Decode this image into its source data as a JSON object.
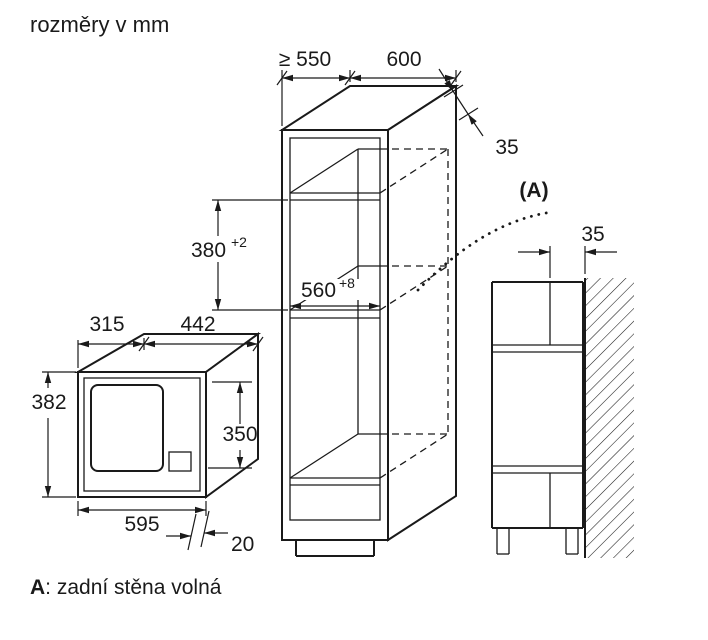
{
  "page": {
    "title": "rozměry v mm",
    "footnote_prefix": "A",
    "footnote_rest": ": zadní stěna volná"
  },
  "colors": {
    "line": "#1a1a1a",
    "background": "#ffffff"
  },
  "dims": {
    "depth_min": "≥ 550",
    "width": "600",
    "front_frame": "35",
    "detail": "(A)",
    "rear_gap": "35",
    "niche_height": "380",
    "niche_height_tol": "+2",
    "niche_width": "560",
    "niche_width_tol": "+8",
    "mw_depth": "315",
    "mw_width": "442",
    "mw_height": "382",
    "mw_body_height": "350",
    "mw_front_width": "595",
    "mw_frame_depth": "20"
  }
}
